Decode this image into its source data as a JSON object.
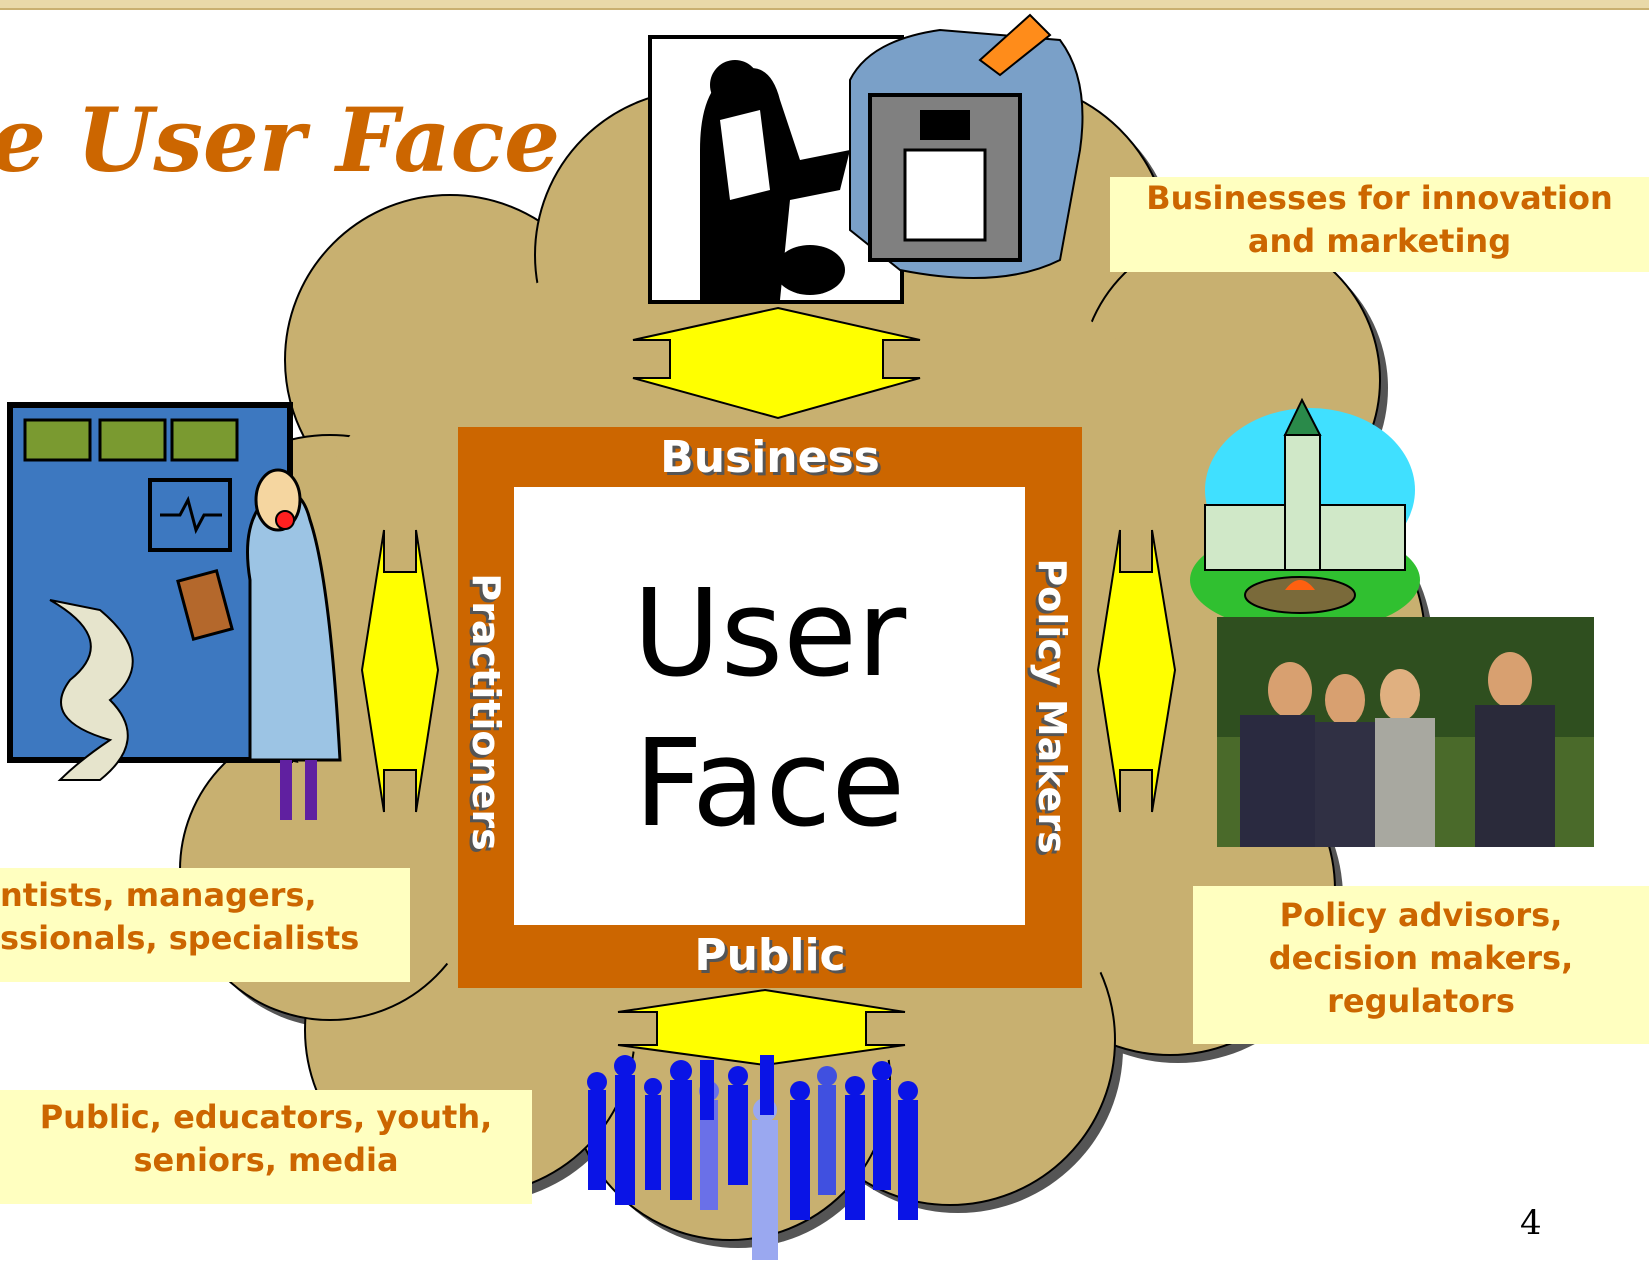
{
  "title": "e User Face",
  "frame": {
    "center_line1": "User",
    "center_line2": "Face",
    "top": "Business",
    "bottom": "Public",
    "left": "Practitioners",
    "right": "Policy Makers"
  },
  "callouts": {
    "business": [
      "Businesses for innovation",
      "and marketing"
    ],
    "practitioners": [
      "ntists, managers,",
      "ssionals, specialists"
    ],
    "policy": [
      "Policy advisors,",
      "decision makers,",
      "regulators"
    ],
    "public": [
      "Public, educators, youth,",
      "seniors, media"
    ]
  },
  "page_number": "4",
  "colors": {
    "accent": "#cc6600",
    "cloud": "#c8b070",
    "callout_bg": "#ffffc0",
    "arrow": "#ffff00"
  },
  "icons": [
    "scientist-lab-clipart",
    "technician-control-panel-clipart",
    "parliament-building-clipart",
    "business-people-photo",
    "crowd-silhouettes-clipart"
  ]
}
